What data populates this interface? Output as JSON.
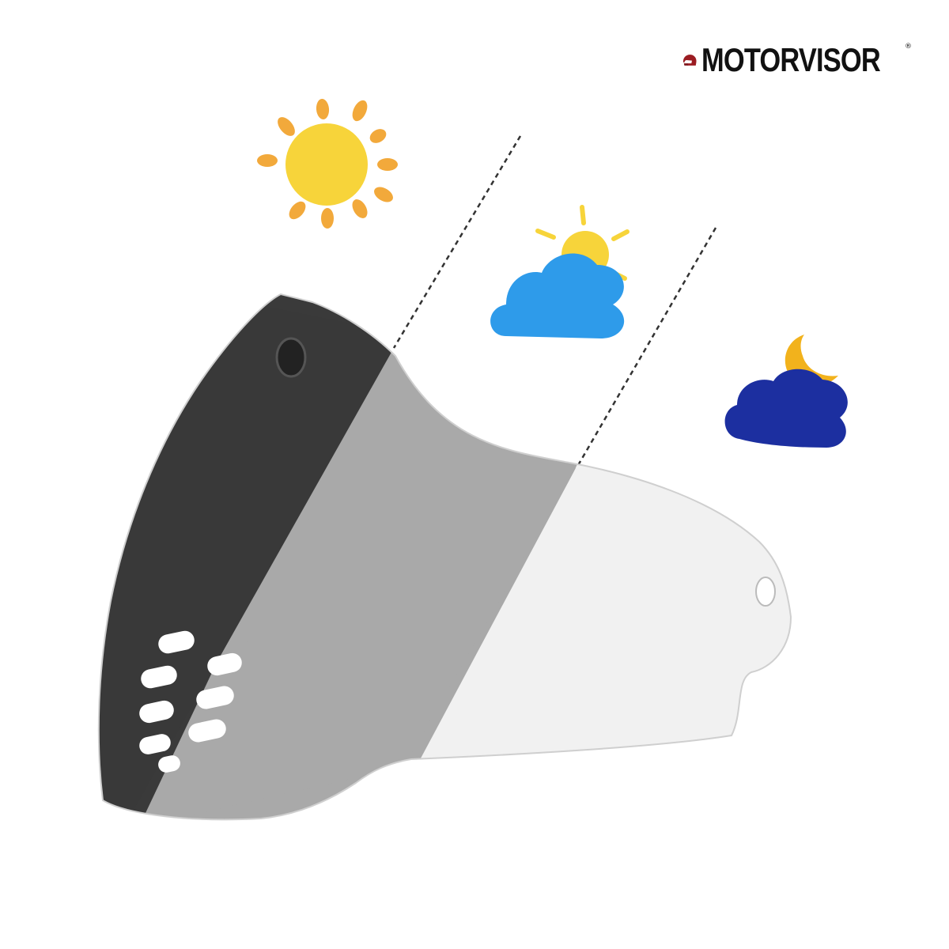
{
  "brand": {
    "name": "MOTORVISOR",
    "registered_mark": "®",
    "logo_icon": "helmet-icon",
    "colors": {
      "logo_red": "#9b1c22",
      "text": "#111111"
    }
  },
  "scene": {
    "product": "photochromic-visor",
    "tint_stages": [
      {
        "condition_icon": "sun-icon",
        "tint": "dark"
      },
      {
        "condition_icon": "cloud-sun-icon",
        "tint": "medium"
      },
      {
        "condition_icon": "cloud-moon-icon",
        "tint": "clear"
      }
    ],
    "colors": {
      "sun": "#f7d43a",
      "sun_rays": "#f2a93b",
      "cloud_day": "#2e9bea",
      "cloud_night": "#1c2fa0",
      "moon": "#f2b21c",
      "visor_dark": "#3a3a3a",
      "visor_medium": "#a9a9a9",
      "visor_clear": "#f3f3f3"
    }
  }
}
